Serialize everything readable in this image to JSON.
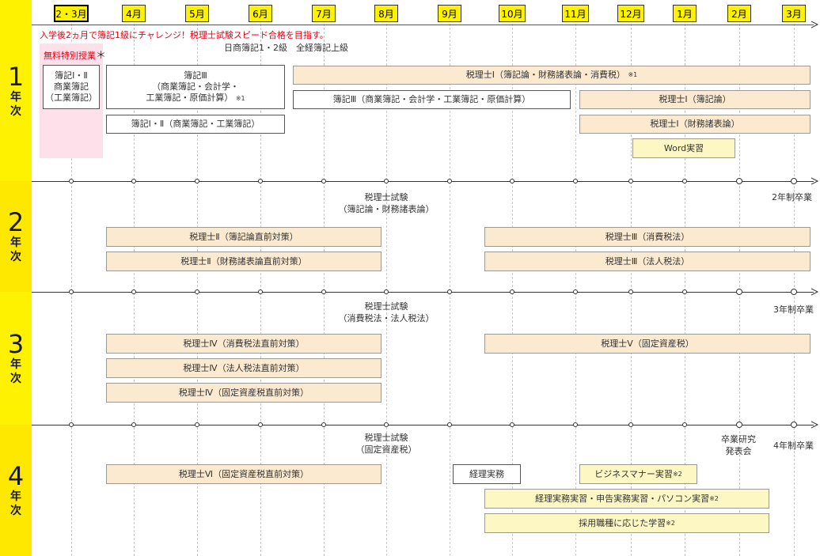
{
  "months": [
    "2・3月",
    "4月",
    "5月",
    "6月",
    "7月",
    "8月",
    "9月",
    "10月",
    "11月",
    "12月",
    "1月",
    "2月",
    "3月"
  ],
  "years": [
    {
      "num": "1",
      "c1": "年",
      "c2": "次"
    },
    {
      "num": "2",
      "c1": "年",
      "c2": "次"
    },
    {
      "num": "3",
      "c1": "年",
      "c2": "次"
    },
    {
      "num": "4",
      "c1": "年",
      "c2": "次"
    }
  ],
  "colors": {
    "year_band": "#fff200",
    "month_label": "#fff200",
    "peach": "#fbe9d0",
    "lemon": "#fdf7c3",
    "pink": "#fde0ea",
    "red": "#e60012"
  },
  "year1": {
    "headline": "入学後2ヵ月で簿記1級にチャレンジ！税理士試験スピード合格を目指す。",
    "free_label": "無料特別授業",
    "free_asterisk": "＊",
    "free_box_l1": "簿記Ⅰ・Ⅱ",
    "free_box_l2": "商業簿記",
    "free_box_l3": "（工業簿記）",
    "level_note": "日商簿記1・2級　全経簿記上級",
    "boki3_l1": "簿記Ⅲ",
    "boki3_l2": "（商業簿記・会計学・",
    "boki3_l3": "工業簿記・原価計算）",
    "boki3_note": "※1",
    "boki12": "簿記Ⅰ・Ⅱ（商業簿記・工業簿記）",
    "zeirishi1_all": "税理士Ⅰ（簿記論・財務諸表論・消費税）",
    "zeirishi1_all_note": "※1",
    "boki3_full": "簿記Ⅲ（商業簿記・会計学・工業簿記・原価計算）",
    "zeirishi1_boki": "税理士Ⅰ（簿記論）",
    "zeirishi1_zaimu": "税理士Ⅰ（財務諸表論）",
    "word": "Word実習"
  },
  "year2": {
    "exam_l1": "税理士試験",
    "exam_l2": "（簿記論・財務諸表論）",
    "grad": "2年制卒業",
    "b1": "税理士Ⅱ（簿記論直前対策）",
    "b2": "税理士Ⅱ（財務諸表論直前対策）",
    "b3": "税理士Ⅲ（消費税法）",
    "b4": "税理士Ⅲ（法人税法）"
  },
  "year3": {
    "exam_l1": "税理士試験",
    "exam_l2": "（消費税法・法人税法）",
    "grad": "3年制卒業",
    "b1": "税理士Ⅳ（消費税法直前対策）",
    "b2": "税理士Ⅳ（法人税法直前対策）",
    "b3": "税理士Ⅳ（固定資産税直前対策）",
    "b4": "税理士Ⅴ（固定資産税）"
  },
  "year4": {
    "exam_l1": "税理士試験",
    "exam_l2": "（固定資産税）",
    "research_l1": "卒業研究",
    "research_l2": "発表会",
    "grad": "4年制卒業",
    "b1": "税理士Ⅵ（固定資産税直前対策）",
    "b2": "経理実務",
    "b3": "ビジネスマナー実習",
    "b3_note": "※2",
    "b4": "経理実務実習・申告実務実習・パソコン実習",
    "b4_note": "※2",
    "b5": "採用職種に応じた学習",
    "b5_note": "※2"
  }
}
